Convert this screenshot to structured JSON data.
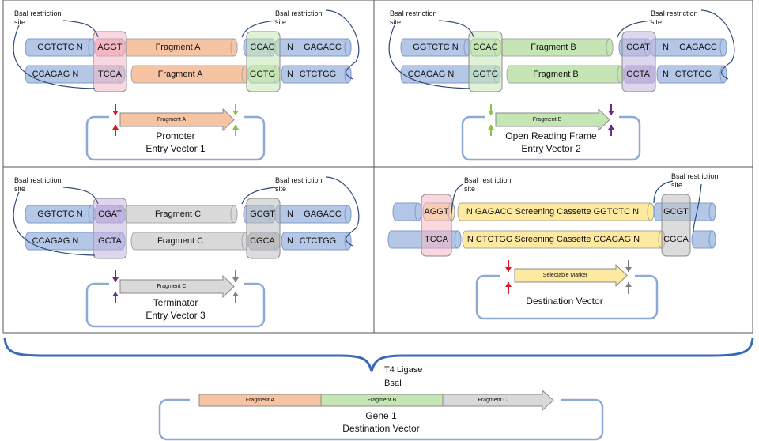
{
  "labels": {
    "restriction_site_line1": "BsaI restriction",
    "restriction_site_line2": "site",
    "seq_top_left": "GGTCTC N",
    "seq_bottom_left": "CCAGAG N",
    "seq_top_right": "GAGACC",
    "seq_bottom_right": "CTCTGG",
    "n": "N",
    "entry_vector_1": "Entry Vector 1",
    "entry_vector_2": "Entry Vector 2",
    "entry_vector_3": "Entry Vector 3",
    "destination_vector": "Destination Vector"
  },
  "panels": [
    {
      "id": "promoter",
      "fragment": "Fragment A",
      "left_overhang_top": "AGGT",
      "left_overhang_bottom": "TCCA",
      "right_overhang_top": "CCAC",
      "right_overhang_bottom": "GGTG",
      "title": "Promoter",
      "fragment_color": "#f6c4a3",
      "left_box_color": "#f4b6c2",
      "right_box_color": "#c6e5b4",
      "left_arrow_color": "#e0161f",
      "right_arrow_color": "#8bc34a"
    },
    {
      "id": "orf",
      "fragment": "Fragment B",
      "left_overhang_top": "CCAC",
      "left_overhang_bottom": "GGTG",
      "right_overhang_top": "CGAT",
      "right_overhang_bottom": "GCTA",
      "title": "Open Reading Frame",
      "fragment_color": "#c6e5b4",
      "left_box_color": "#c6e5b4",
      "right_box_color": "#c3b4dd",
      "left_arrow_color": "#8bc34a",
      "right_arrow_color": "#6a2c91"
    },
    {
      "id": "terminator",
      "fragment": "Fragment C",
      "left_overhang_top": "CGAT",
      "left_overhang_bottom": "GCTA",
      "right_overhang_top": "GCGT",
      "right_overhang_bottom": "CGCA",
      "title": "Terminator",
      "fragment_color": "#d9d9d9",
      "left_box_color": "#c3b4dd",
      "right_box_color": "#bfbfbf",
      "left_arrow_color": "#6a2c91",
      "right_arrow_color": "#7f7f7f"
    }
  ],
  "destination": {
    "top_left_overhang": "AGGT",
    "bottom_left_overhang": "TCCA",
    "top_right_overhang": "GCGT",
    "bottom_right_overhang": "CGCA",
    "cassette_top": "N  GAGACC  Screening Cassette GGTCTC  N",
    "cassette_bottom": "N  CTCTGG  Screening Cassette  CCAGAG N",
    "marker": "Selectable Marker",
    "cassette_color": "#fde9a0",
    "left_arrow_color": "#e0161f",
    "right_arrow_color": "#7f7f7f"
  },
  "result": {
    "enzyme_line1": "T4 Ligase",
    "enzyme_line2": "BsaI",
    "gene": "Gene 1",
    "vector": "Destination Vector",
    "segments": [
      {
        "label": "Fragment A",
        "color": "#f6c4a3"
      },
      {
        "label": "Fragment B",
        "color": "#c6e5b4"
      },
      {
        "label": "Fragment C",
        "color": "#d9d9d9"
      }
    ]
  },
  "colors": {
    "dna_blue": "#b4c7e7",
    "dna_blue_stroke": "#7f9cc9",
    "vector_stroke": "#8fa9d6",
    "connector": "#2f4a7a",
    "brace": "#3a6ab8"
  }
}
